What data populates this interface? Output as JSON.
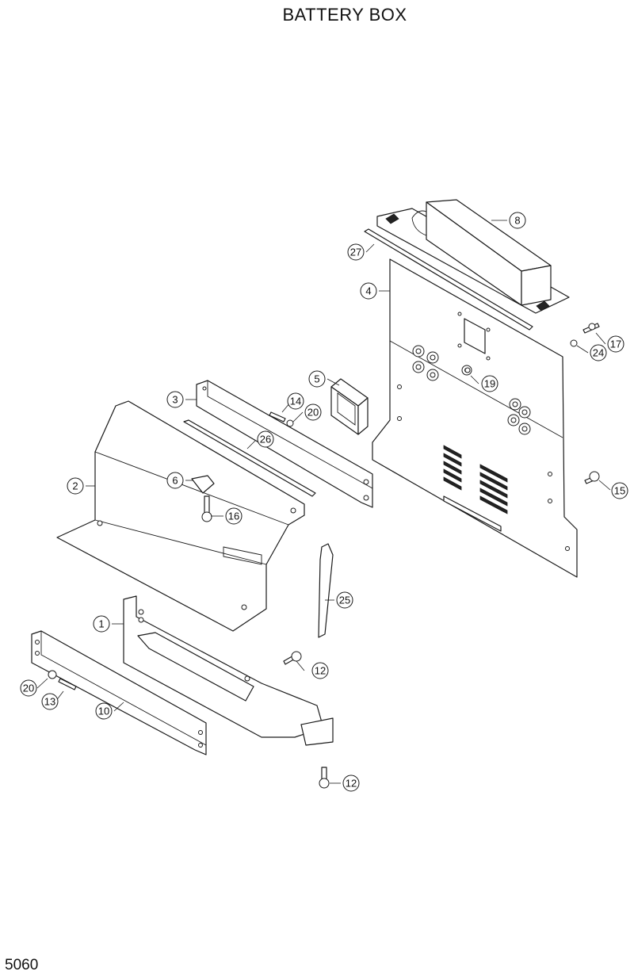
{
  "title": "BATTERY BOX",
  "page_number": "5060",
  "callouts": [
    {
      "key": "c1",
      "label": "1"
    },
    {
      "key": "c2",
      "label": "2"
    },
    {
      "key": "c3",
      "label": "3"
    },
    {
      "key": "c4",
      "label": "4"
    },
    {
      "key": "c5",
      "label": "5"
    },
    {
      "key": "c6",
      "label": "6"
    },
    {
      "key": "c8",
      "label": "8"
    },
    {
      "key": "c10",
      "label": "10"
    },
    {
      "key": "c12a",
      "label": "12"
    },
    {
      "key": "c12b",
      "label": "12"
    },
    {
      "key": "c13",
      "label": "13"
    },
    {
      "key": "c14",
      "label": "14"
    },
    {
      "key": "c15",
      "label": "15"
    },
    {
      "key": "c16",
      "label": "16"
    },
    {
      "key": "c17",
      "label": "17"
    },
    {
      "key": "c19",
      "label": "19"
    },
    {
      "key": "c20a",
      "label": "20"
    },
    {
      "key": "c20b",
      "label": "20"
    },
    {
      "key": "c24",
      "label": "24"
    },
    {
      "key": "c25",
      "label": "25"
    },
    {
      "key": "c26",
      "label": "26"
    },
    {
      "key": "c27",
      "label": "27"
    }
  ]
}
